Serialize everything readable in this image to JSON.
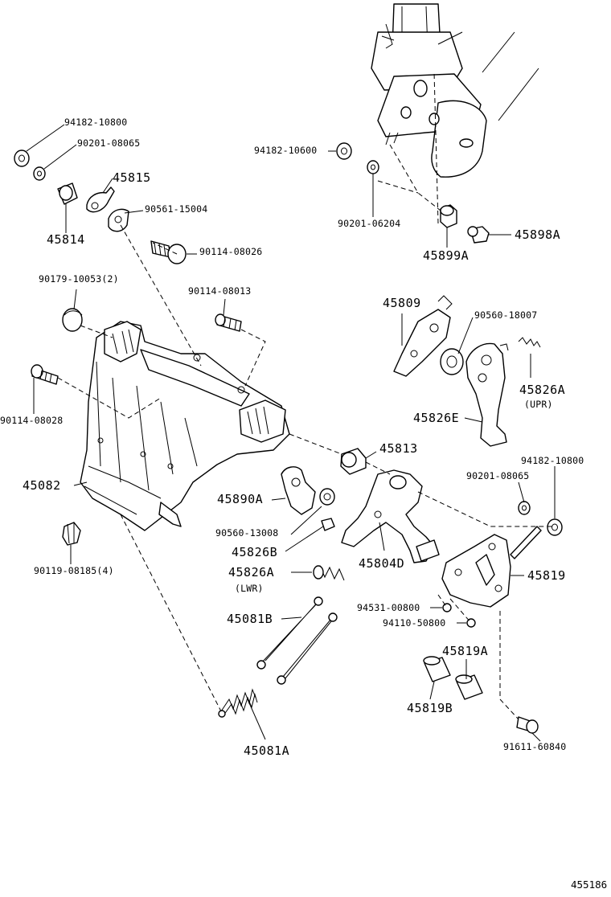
{
  "parts": [
    {
      "id": "p94182_10800_a",
      "label": "94182-10800",
      "size": "sm"
    },
    {
      "id": "p90201_08065_a",
      "label": "90201-08065",
      "size": "sm"
    },
    {
      "id": "p45815",
      "label": "45815",
      "size": "lg"
    },
    {
      "id": "p45814",
      "label": "45814",
      "size": "lg"
    },
    {
      "id": "p90561_15004",
      "label": "90561-15004",
      "size": "sm"
    },
    {
      "id": "p90114_08026",
      "label": "90114-08026",
      "size": "sm"
    },
    {
      "id": "p90179_10053",
      "label": "90179-10053(2)",
      "size": "sm"
    },
    {
      "id": "p90114_08013",
      "label": "90114-08013",
      "size": "sm"
    },
    {
      "id": "p90114_08028",
      "label": "90114-08028",
      "size": "sm"
    },
    {
      "id": "p45082",
      "label": "45082",
      "size": "lg"
    },
    {
      "id": "p90119_08185",
      "label": "90119-08185(4)",
      "size": "sm"
    },
    {
      "id": "p94182_10600",
      "label": "94182-10600",
      "size": "sm"
    },
    {
      "id": "p90201_06204",
      "label": "90201-06204",
      "size": "sm"
    },
    {
      "id": "p45899A",
      "label": "45899A",
      "size": "lg"
    },
    {
      "id": "p45898A",
      "label": "45898A",
      "size": "lg"
    },
    {
      "id": "p45809",
      "label": "45809",
      "size": "lg"
    },
    {
      "id": "p90560_18007",
      "label": "90560-18007",
      "size": "sm"
    },
    {
      "id": "p45826A_upr",
      "label": "45826A",
      "size": "lg"
    },
    {
      "id": "p_upr",
      "label": "(UPR)",
      "size": "sm"
    },
    {
      "id": "p45826E",
      "label": "45826E",
      "size": "lg"
    },
    {
      "id": "p45813",
      "label": "45813",
      "size": "lg"
    },
    {
      "id": "p94182_10800_b",
      "label": "94182-10800",
      "size": "sm"
    },
    {
      "id": "p90201_08065_b",
      "label": "90201-08065",
      "size": "sm"
    },
    {
      "id": "p45890A",
      "label": "45890A",
      "size": "lg"
    },
    {
      "id": "p90560_13008",
      "label": "90560-13008",
      "size": "sm"
    },
    {
      "id": "p45826B",
      "label": "45826B",
      "size": "lg"
    },
    {
      "id": "p45804D",
      "label": "45804D",
      "size": "lg"
    },
    {
      "id": "p45819",
      "label": "45819",
      "size": "lg"
    },
    {
      "id": "p45826A_lwr",
      "label": "45826A",
      "size": "lg"
    },
    {
      "id": "p_lwr",
      "label": "(LWR)",
      "size": "sm"
    },
    {
      "id": "p94531_00800",
      "label": "94531-00800",
      "size": "sm"
    },
    {
      "id": "p94110_50800",
      "label": "94110-50800",
      "size": "sm"
    },
    {
      "id": "p45081B",
      "label": "45081B",
      "size": "lg"
    },
    {
      "id": "p45819A",
      "label": "45819A",
      "size": "lg"
    },
    {
      "id": "p45819B",
      "label": "45819B",
      "size": "lg"
    },
    {
      "id": "p91611_60840",
      "label": "91611-60840",
      "size": "sm"
    },
    {
      "id": "p45081A",
      "label": "45081A",
      "size": "lg"
    }
  ],
  "diagram_ref": "455186"
}
